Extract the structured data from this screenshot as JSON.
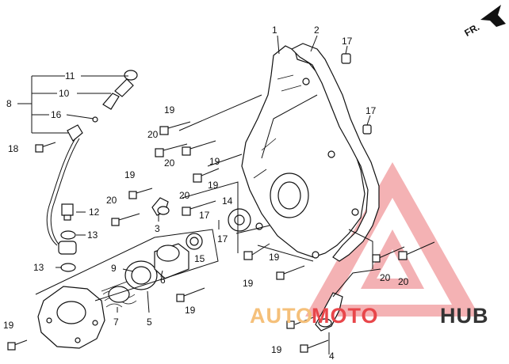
{
  "orientation": {
    "label": "FR.",
    "icon": "arrow-front-icon"
  },
  "callouts": {
    "c1": "1",
    "c2": "2",
    "c3": "3",
    "c4": "4",
    "c5": "5",
    "c6": "6",
    "c7": "7",
    "c8": "8",
    "c9": "9",
    "c10": "10",
    "c11": "11",
    "c12": "12",
    "c13a": "13",
    "c13b": "13",
    "c14": "14",
    "c15": "15",
    "c16": "16",
    "c17a": "17",
    "c17b": "17",
    "c17c": "17",
    "c17d": "17",
    "c18": "18",
    "c19a": "19",
    "c19b": "19",
    "c19c": "19",
    "c19d": "19",
    "c19e": "19",
    "c19f": "19",
    "c19g": "19",
    "c19h": "19",
    "c19i": "19",
    "c20a": "20",
    "c20b": "20",
    "c20c": "20",
    "c20d": "20",
    "c20e": "20"
  },
  "watermark": {
    "brand_part1": "AUTO",
    "brand_part2": "MOTO",
    "brand_part3": "HUB",
    "colors": {
      "auto": "#f5c07a",
      "moto": "#e8464a",
      "hub": "#333333",
      "triangle": "#e85a5e"
    }
  }
}
